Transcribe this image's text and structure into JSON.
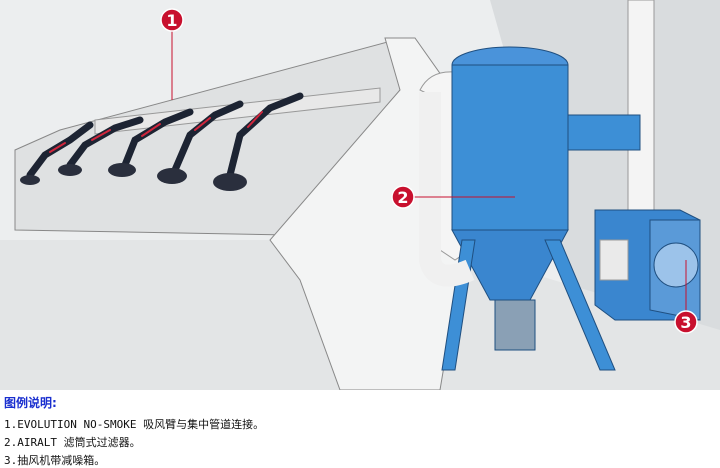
{
  "markers": [
    "1",
    "2",
    "3"
  ],
  "legend": {
    "title": "图例说明:",
    "items": [
      "1.EVOLUTION NO-SMOKE 吸风臂与集中管道连接。",
      "2.AIRALT 滤筒式过滤器。",
      "3.抽风机带减噪箱。"
    ]
  },
  "colors": {
    "equipment": "#3d8fd6",
    "marker": "#c8102e",
    "legend_title": "#1a2fcf"
  }
}
